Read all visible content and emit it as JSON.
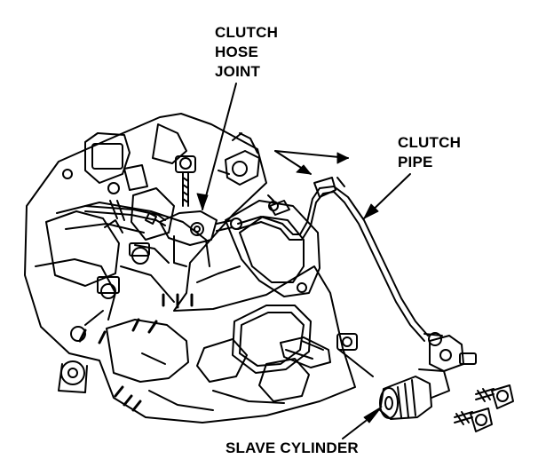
{
  "labels": {
    "clutch_hose_joint": [
      "CLUTCH",
      "HOSE",
      "JOINT"
    ],
    "clutch_pipe": [
      "CLUTCH",
      "PIPE"
    ],
    "slave_cylinder": "SLAVE CYLINDER"
  },
  "colors": {
    "ink": "#000000",
    "paper": "#ffffff"
  }
}
